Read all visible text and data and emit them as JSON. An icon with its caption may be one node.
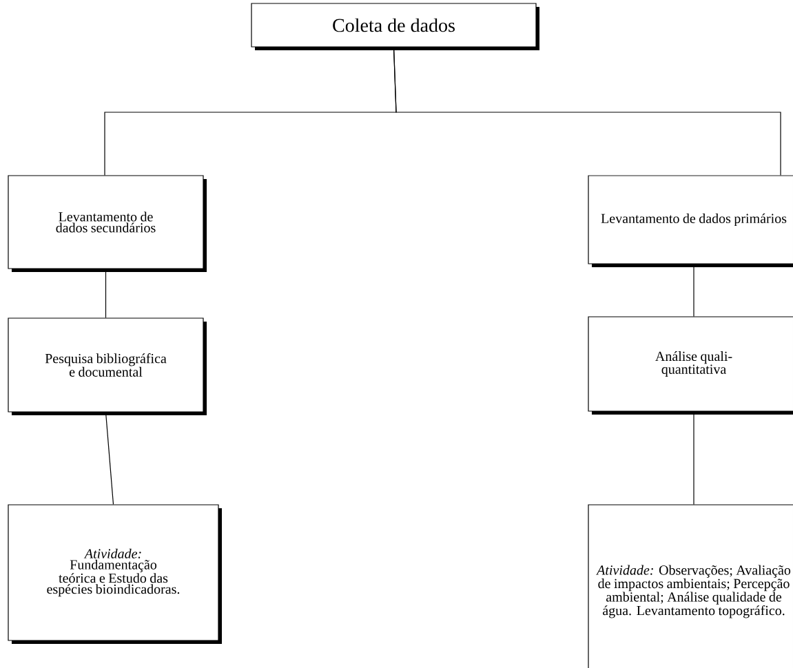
{
  "diagram": {
    "nodes": [
      {
        "text": [
          "Coleta de dados"
        ]
      },
      {
        "text": [
          "Levantamento de dados secundários"
        ]
      },
      {
        "text": [
          "Levantamento de dados primários"
        ]
      },
      {
        "text": [
          "Pesquisa bibliográfica e documental"
        ]
      },
      {
        "text": [
          "Análise quali-quantitativa"
        ]
      },
      {
        "text": [
          "*Atividade:* Fundamentação teórica e Estudo das espécies bioindicadoras."
        ]
      },
      {
        "text": [
          "*Atividade:* Observações; Avaliação de impactos ambientais; Percepção ambiental; Análise qualidade de água. Levantamento topográfico."
        ]
      }
    ],
    "edges": [
      {
        "from": 0,
        "to": 1,
        "arrow": "none"
      },
      {
        "from": 0,
        "to": 2,
        "arrow": "none"
      },
      {
        "from": 1,
        "to": 3,
        "arrow": "none"
      },
      {
        "from": 3,
        "to": 5,
        "arrow": "none"
      },
      {
        "from": 2,
        "to": 4,
        "arrow": "none"
      },
      {
        "from": 4,
        "to": 6,
        "arrow": "none"
      }
    ]
  }
}
